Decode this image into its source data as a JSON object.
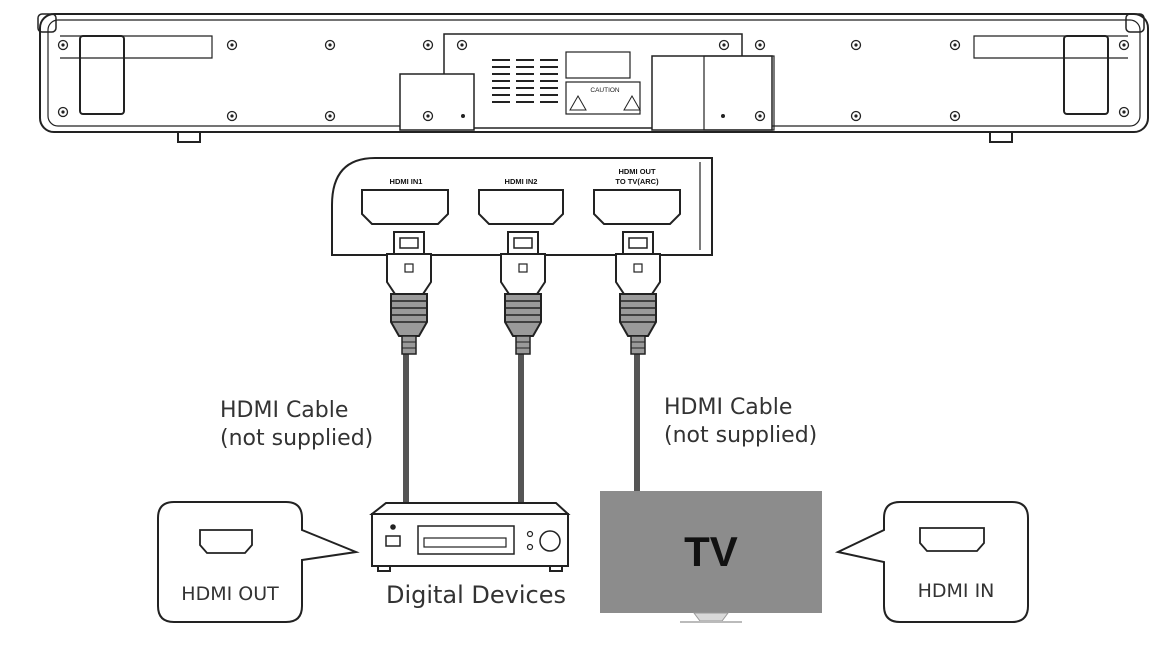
{
  "soundbar": {
    "caution_label": "CAUTION"
  },
  "ports": {
    "in1": "HDMI IN1",
    "in2": "HDMI IN2",
    "out_line1": "HDMI OUT",
    "out_line2": "TO TV(ARC)"
  },
  "cables": {
    "left_line1": "HDMI Cable",
    "left_line2": "(not supplied)",
    "right_line1": "HDMI Cable",
    "right_line2": "(not supplied)"
  },
  "devices": {
    "digital_devices": "Digital Devices",
    "tv": "TV",
    "hdmi_out_callout": "HDMI OUT",
    "hdmi_in_callout": "HDMI IN"
  },
  "colors": {
    "line": "#222222",
    "cable": "#555555",
    "tv_screen": "#8c8c8c",
    "tv_text": "#111111"
  }
}
